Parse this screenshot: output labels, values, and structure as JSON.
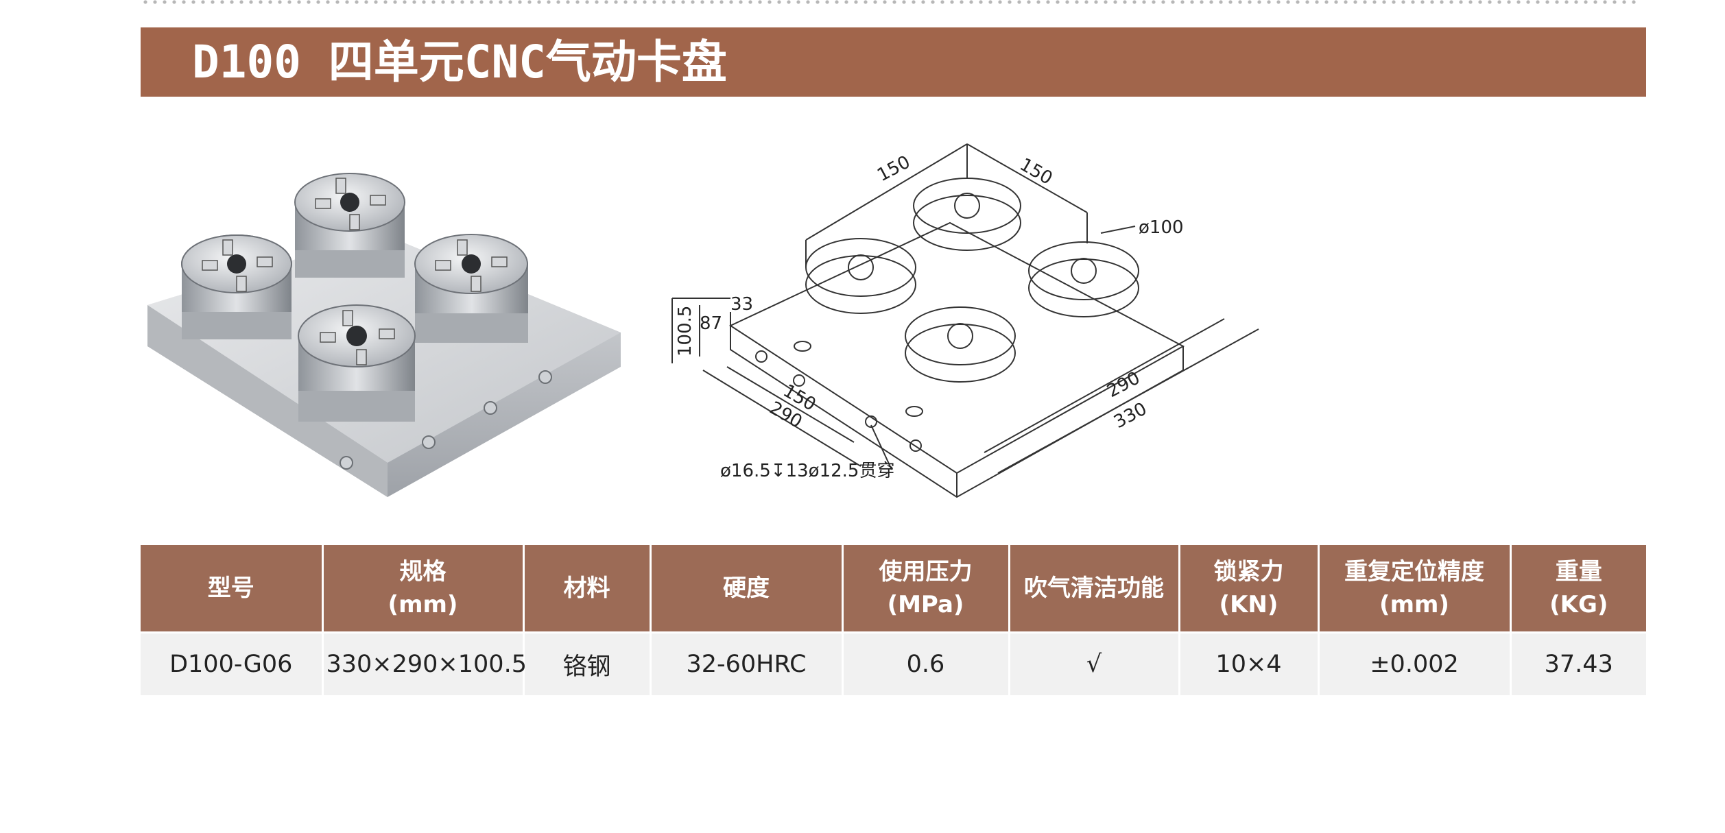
{
  "title": {
    "model": "D100",
    "name": "四单元CNC气动卡盘"
  },
  "drawing": {
    "dims": {
      "d150_left": "150",
      "d150_right": "150",
      "d100": "ø100",
      "h100_5": "100.5",
      "h87": "87",
      "h33": "33",
      "l150": "150",
      "l290": "290",
      "r290": "290",
      "r330": "330",
      "hole_note": "ø16.5↧13ø12.5贯穿"
    }
  },
  "table": {
    "headers": [
      {
        "line1": "型号",
        "line2": ""
      },
      {
        "line1": "规格",
        "line2": "(mm)"
      },
      {
        "line1": "材料",
        "line2": ""
      },
      {
        "line1": "硬度",
        "line2": ""
      },
      {
        "line1": "使用压力",
        "line2": "(MPa)"
      },
      {
        "line1": "吹气清洁功能",
        "line2": ""
      },
      {
        "line1": "锁紧力",
        "line2": "(KN)"
      },
      {
        "line1": "重复定位精度",
        "line2": "(mm)"
      },
      {
        "line1": "重量",
        "line2": "(KG)"
      }
    ],
    "rows": [
      [
        "D100-G06",
        "330×290×100.5",
        "铬钢",
        "32-60HRC",
        "0.6",
        "√",
        "10×4",
        "±0.002",
        "37.43"
      ]
    ]
  },
  "colors": {
    "title_bar": "#a1654b",
    "table_header": "#9c6b56",
    "table_row": "#f1f1f1"
  }
}
